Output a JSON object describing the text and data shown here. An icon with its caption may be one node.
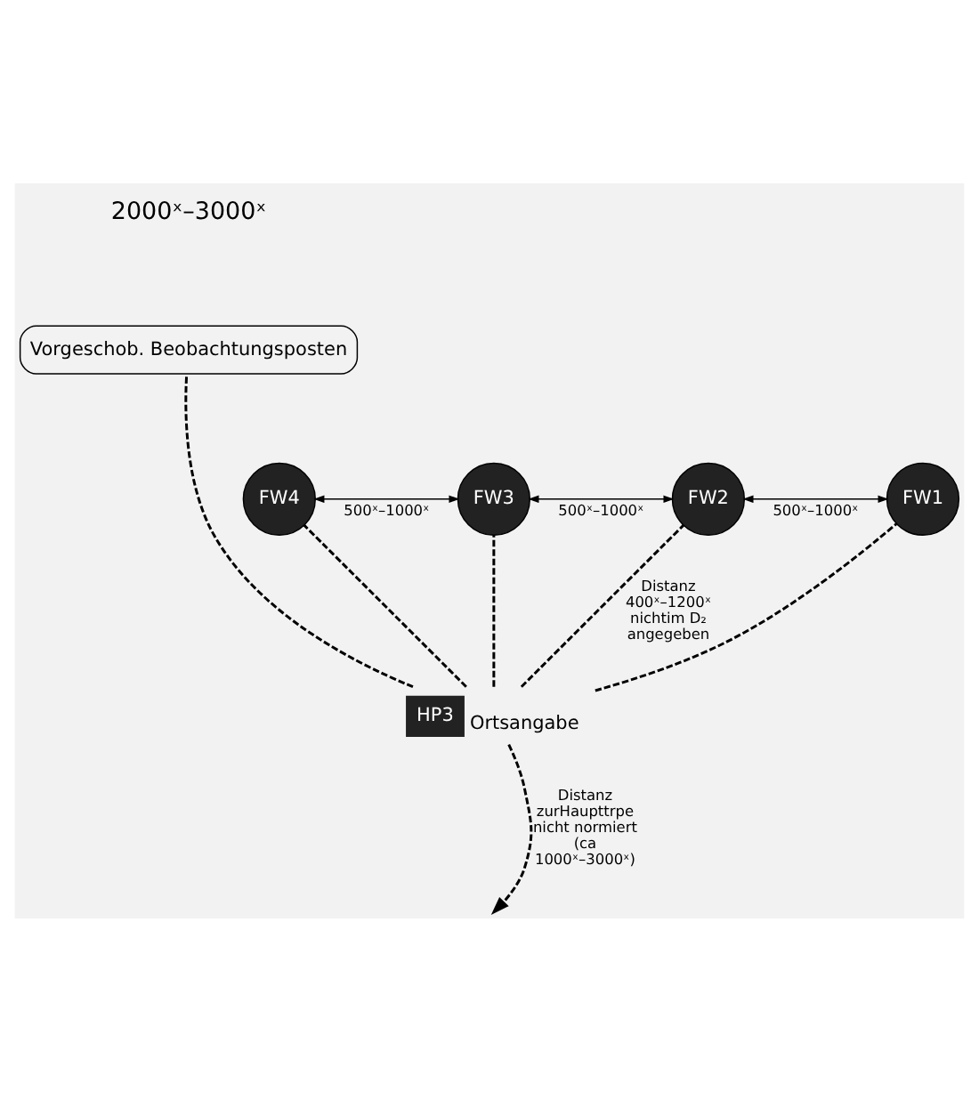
{
  "diagram": {
    "nodes": [
      {
        "text": [
          "Vorgeschob. Beobachtungsposten"
        ]
      },
      {
        "text": [
          "FW3"
        ]
      },
      {
        "text": [
          "FW2"
        ]
      },
      {
        "text": [
          "FW4"
        ]
      },
      {
        "text": [
          "FW1"
        ]
      },
      {
        "text": [
          "HP3"
        ],
        "beside": [
          "Ortsangabe"
        ]
      }
    ],
    "edges": [
      {
        "from": 5,
        "to": 0,
        "arrow": "none",
        "style": "dashed"
      },
      {
        "from": 5,
        "to": 1,
        "arrow": "none",
        "style": "dashed"
      },
      {
        "from": 5,
        "to": 2,
        "arrow": "none",
        "style": "dashed",
        "label": "Distanz 400ˣ–1200ˣ nichtim D₂ angegeben"
      },
      {
        "from": 5,
        "to": 3,
        "arrow": "none",
        "style": "dashed"
      },
      {
        "from": 5,
        "to": 4,
        "arrow": "none",
        "style": "dashed"
      },
      {
        "from": 1,
        "to": 2,
        "arrow": "both",
        "label": "500ˣ–1000ˣ"
      },
      {
        "from": 2,
        "to": 4,
        "arrow": "both",
        "label": "500ˣ–1000ˣ"
      },
      {
        "from": 3,
        "to": 1,
        "arrow": "both",
        "label": "500ˣ–1000ˣ"
      },
      {
        "from": 5,
        "to": null,
        "arrow": "to",
        "style": "dashed",
        "label": "Distanz zurHaupttrpe nicht normiert (ca 1000ˣ–3000ˣ)"
      }
    ],
    "labels": [
      "2000ˣ–3000ˣ"
    ]
  }
}
